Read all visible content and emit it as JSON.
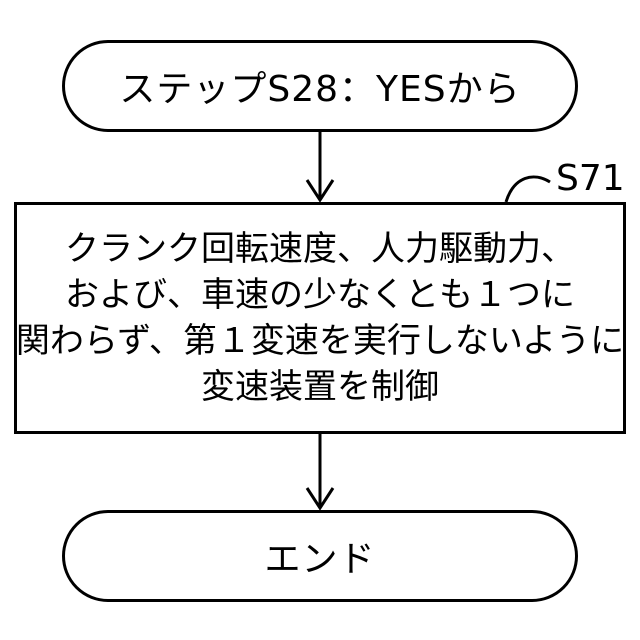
{
  "start_label": "ステップS28：YESから",
  "process": {
    "step_id": "S71",
    "lines": [
      "クランク回転速度、人力駆動力、",
      "および、車速の少なくとも１つに",
      "関わらず、第１変速を実行しないように",
      "変速装置を制御"
    ]
  },
  "end_label": "エンド"
}
